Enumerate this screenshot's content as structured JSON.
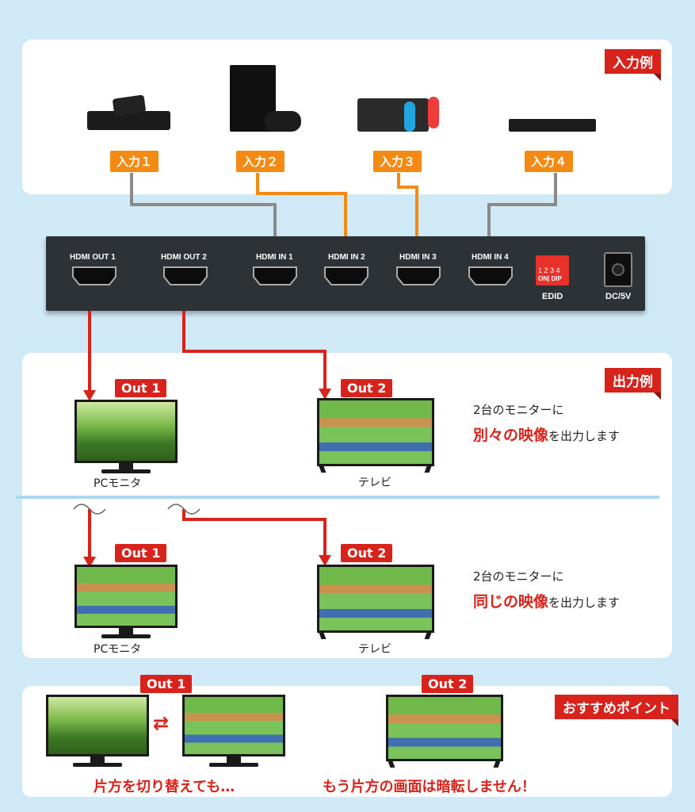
{
  "input_section": {
    "tag": "入力例",
    "inputs": [
      "入力１",
      "入力２",
      "入力３",
      "入力４"
    ]
  },
  "device": {
    "ports": [
      "HDMI OUT 1",
      "HDMI OUT 2",
      "HDMI IN 1",
      "HDMI IN 2",
      "HDMI IN 3",
      "HDMI IN 4"
    ],
    "dip_numbers": "1 2 3 4",
    "dip_sub": "ON| DIP",
    "edid": "EDID",
    "dc": "DC/5V"
  },
  "output_section": {
    "tag": "出力例",
    "out1": "Out 1",
    "out2": "Out 2",
    "pc_caption": "PCモニタ",
    "tv_caption": "テレビ",
    "case1_line1": "2台のモニターに",
    "case1_highlight": "別々の映像",
    "case1_rest": "を出力します",
    "case2_line1": "2台のモニターに",
    "case2_highlight": "同じの映像",
    "case2_rest": "を出力します"
  },
  "point_section": {
    "tag": "おすすめポイント",
    "out1": "Out 1",
    "out2": "Out 2",
    "swap_symbol": "⇄",
    "left_text": "片方を切り替えても…",
    "right_text": "もう片方の画面は暗転しません！"
  },
  "colors": {
    "accent_red": "#d8231c",
    "input_orange": "#f28a14",
    "wire_gray": "#8a8a8a",
    "background": "#cfe9f7"
  }
}
